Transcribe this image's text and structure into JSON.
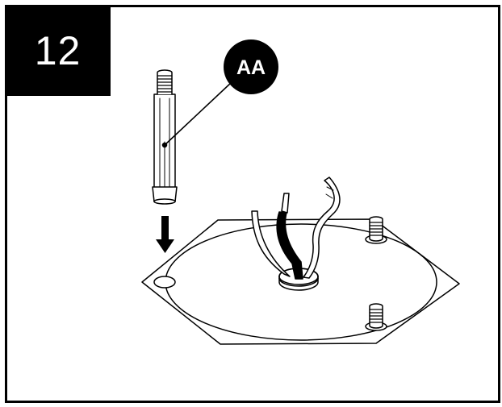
{
  "step": {
    "number": "12"
  },
  "callout": {
    "label": "AA",
    "part": "threaded-rod-spacer"
  },
  "colors": {
    "ink": "#000000",
    "paper": "#ffffff"
  },
  "icons": {
    "direction": "down-arrow"
  }
}
